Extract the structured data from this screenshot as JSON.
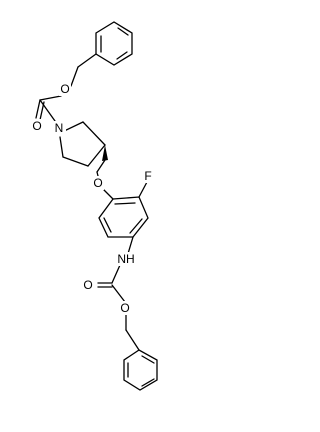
{
  "molecule": {
    "atoms": {
      "o_ester_top": "O",
      "o_carbonyl_top": "O",
      "n_ring": "N",
      "o_ether": "O",
      "f_sub": "F",
      "nh_carbamate": "NH",
      "o_carbonyl_bottom": "O",
      "o_ester_bottom": "O"
    }
  }
}
